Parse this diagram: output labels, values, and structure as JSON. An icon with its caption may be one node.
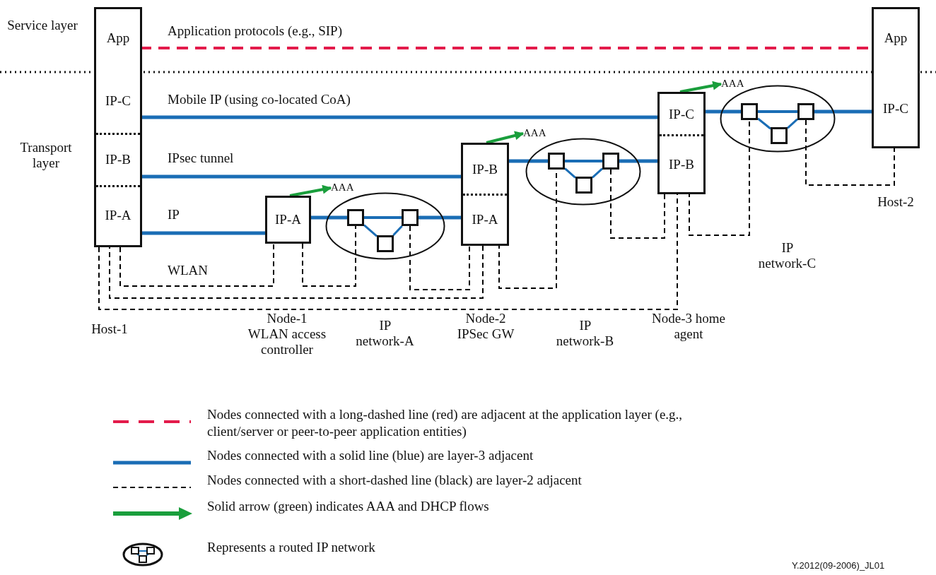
{
  "diagram": {
    "nodes": [
      {
        "text": [],
        "shape": "box"
      },
      {
        "text": [
          "App"
        ],
        "in": 0
      },
      {
        "text": [
          "IP-C"
        ],
        "in": 0
      },
      {
        "text": [
          "IP-B"
        ],
        "in": 0
      },
      {
        "text": [
          "IP-A"
        ],
        "in": 0
      },
      {
        "text": [
          "IP-A"
        ]
      },
      {
        "text": [],
        "shape": "ellipse"
      },
      {
        "text": [],
        "shape": "box",
        "in": 6
      },
      {
        "text": [],
        "shape": "box",
        "in": 6
      },
      {
        "text": [],
        "shape": "box",
        "in": 6
      },
      {
        "text": [],
        "shape": "box"
      },
      {
        "text": [
          "IP-B"
        ],
        "in": 10
      },
      {
        "text": [
          "IP-A"
        ],
        "in": 10
      },
      {
        "text": [],
        "shape": "ellipse"
      },
      {
        "text": [],
        "shape": "box",
        "in": 13
      },
      {
        "text": [],
        "shape": "box",
        "in": 13
      },
      {
        "text": [],
        "shape": "box",
        "in": 13
      },
      {
        "text": [],
        "shape": "box"
      },
      {
        "text": [
          "IP-C"
        ],
        "in": 17
      },
      {
        "text": [
          "IP-B"
        ],
        "in": 17
      },
      {
        "text": [],
        "shape": "ellipse"
      },
      {
        "text": [],
        "shape": "box",
        "in": 20
      },
      {
        "text": [],
        "shape": "box",
        "in": 20
      },
      {
        "text": [],
        "shape": "box",
        "in": 20
      },
      {
        "text": [],
        "shape": "box"
      },
      {
        "text": [
          "App"
        ],
        "in": 24
      },
      {
        "text": [
          "IP-C"
        ],
        "in": 24
      },
      {
        "text": [
          "AAA"
        ]
      },
      {
        "text": [
          "AAA"
        ]
      },
      {
        "text": [
          "AAA"
        ]
      }
    ],
    "edges": [
      {
        "from": 1,
        "to": 25,
        "arrow": "none",
        "label": "Application protocols (e.g., SIP)",
        "style": "dashed",
        "color": "#e31b4b"
      },
      {
        "from": 2,
        "to": 18,
        "arrow": "none",
        "label": "Mobile IP (using co-located CoA)"
      },
      {
        "from": 18,
        "to": 21,
        "arrow": "none"
      },
      {
        "from": 21,
        "to": 22,
        "arrow": "none"
      },
      {
        "from": 21,
        "to": 23,
        "arrow": "none"
      },
      {
        "from": 22,
        "to": 23,
        "arrow": "none"
      },
      {
        "from": 22,
        "to": 26,
        "arrow": "none"
      },
      {
        "from": 3,
        "to": 11,
        "arrow": "none",
        "label": "IPsec tunnel"
      },
      {
        "from": 11,
        "to": 14,
        "arrow": "none"
      },
      {
        "from": 14,
        "to": 15,
        "arrow": "none"
      },
      {
        "from": 14,
        "to": 16,
        "arrow": "none"
      },
      {
        "from": 15,
        "to": 16,
        "arrow": "none"
      },
      {
        "from": 15,
        "to": 19,
        "arrow": "none"
      },
      {
        "from": 4,
        "to": 5,
        "arrow": "none",
        "label": "IP"
      },
      {
        "from": 5,
        "to": 7,
        "arrow": "none"
      },
      {
        "from": 7,
        "to": 8,
        "arrow": "none"
      },
      {
        "from": 7,
        "to": 9,
        "arrow": "none"
      },
      {
        "from": 8,
        "to": 9,
        "arrow": "none"
      },
      {
        "from": 8,
        "to": 12,
        "arrow": "none"
      },
      {
        "from": 0,
        "to": 5,
        "arrow": "none",
        "label": "WLAN",
        "style": "dashed",
        "color": "#000000"
      },
      {
        "from": 5,
        "to": 7,
        "arrow": "none",
        "style": "dashed",
        "color": "#000000"
      },
      {
        "from": 8,
        "to": 10,
        "arrow": "none",
        "style": "dashed",
        "color": "#000000"
      },
      {
        "from": 4,
        "to": 12,
        "arrow": "none",
        "style": "dashed",
        "color": "#000000"
      },
      {
        "from": 12,
        "to": 14,
        "arrow": "none",
        "style": "dashed",
        "color": "#000000"
      },
      {
        "from": 15,
        "to": 17,
        "arrow": "none",
        "style": "dashed",
        "color": "#000000"
      },
      {
        "from": 0,
        "to": 19,
        "arrow": "none",
        "style": "dashed",
        "color": "#000000"
      },
      {
        "from": 19,
        "to": 21,
        "arrow": "none",
        "style": "dashed",
        "color": "#000000"
      },
      {
        "from": 22,
        "to": 24,
        "arrow": "none",
        "style": "dashed",
        "color": "#000000"
      },
      {
        "from": 5,
        "to": 27,
        "arrow": "to",
        "color": "#1a9e3c"
      },
      {
        "from": 10,
        "to": 28,
        "arrow": "to",
        "color": "#1a9e3c"
      },
      {
        "from": 17,
        "to": 29,
        "arrow": "to",
        "color": "#1a9e3c"
      }
    ],
    "labels": [
      "Service layer",
      "Transport layer",
      "Host-2",
      "IP network-C",
      "Host-1",
      "Node-1 WLAN access controller",
      "IP network-A",
      "Node-2 IPSec GW",
      "IP network-B",
      "Node-3 home agent",
      "Y.2012(09-2006)_JL01"
    ],
    "legend": [
      {
        "text": "Nodes connected with a long-dashed line (red) are adjacent at the application layer (e.g., client/server or peer-to-peer application entities)"
      },
      {
        "text": "Nodes connected with a solid line (blue) are layer-3 adjacent"
      },
      {
        "text": "Nodes connected with a short-dashed line (black) are layer-2 adjacent"
      },
      {
        "text": "Solid arrow (green) indicates AAA and DHCP flows"
      },
      {
        "text": "Represents a routed IP network"
      }
    ]
  }
}
